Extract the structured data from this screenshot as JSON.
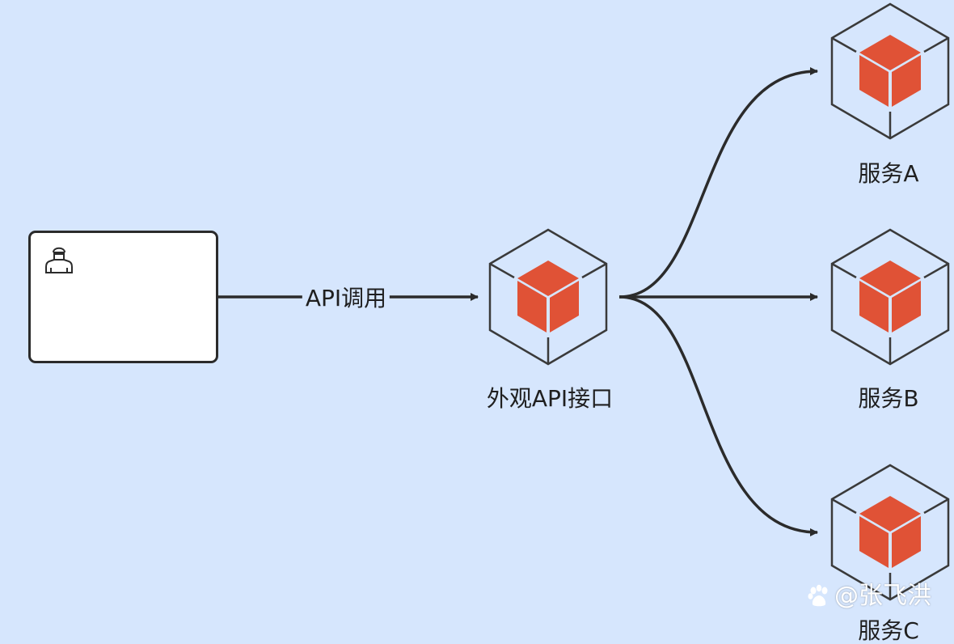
{
  "diagram": {
    "title": "Facade pattern: client API call to facade API, which dispatches to services",
    "colors": {
      "background": "#d6e6fd",
      "stroke": "#2b2b2b",
      "cube_fill": "#e05236",
      "box_fill": "#ffffff"
    },
    "client": {
      "icon": "user-icon",
      "label": ""
    },
    "edges": [
      {
        "from": "client",
        "to": "facade",
        "label": "API调用"
      },
      {
        "from": "facade",
        "to": "service_a",
        "label": ""
      },
      {
        "from": "facade",
        "to": "service_b",
        "label": ""
      },
      {
        "from": "facade",
        "to": "service_c",
        "label": ""
      }
    ],
    "facade": {
      "label": "外观API接口",
      "icon": "cube-icon"
    },
    "services": [
      {
        "id": "service_a",
        "label": "服务A",
        "icon": "cube-icon"
      },
      {
        "id": "service_b",
        "label": "服务B",
        "icon": "cube-icon"
      },
      {
        "id": "service_c",
        "label": "服务C",
        "icon": "cube-icon"
      }
    ]
  },
  "watermark": {
    "icon": "baidu-paw-icon",
    "text": "@张飞洪"
  }
}
